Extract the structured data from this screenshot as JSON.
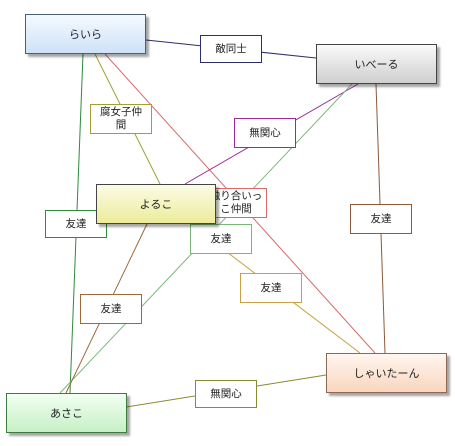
{
  "nodes": [
    {
      "id": "raira",
      "label": "らいら",
      "color_top": "#f4f9ff",
      "color_bottom": "#cfe2f8",
      "border": "#4a5e78"
    },
    {
      "id": "ibeeru",
      "label": "いべーる",
      "color_top": "#fafafa",
      "color_bottom": "#cfcfcf",
      "border": "#444444"
    },
    {
      "id": "yoruko",
      "label": "よるこ",
      "color_top": "#fbfbe6",
      "color_bottom": "#ecec9a",
      "border": "#444444"
    },
    {
      "id": "shaitaan",
      "label": "しゃいたーん",
      "color_top": "#fff6ef",
      "color_bottom": "#f9d6bf",
      "border": "#8a6a55"
    },
    {
      "id": "asako",
      "label": "あさこ",
      "color_top": "#f2fff2",
      "color_bottom": "#c6f0c6",
      "border": "#3f7a3f"
    }
  ],
  "edges": [
    {
      "id": "e1",
      "from": "raira",
      "to": "ibeeru",
      "label": "敵同士",
      "color": "#2e2e6b"
    },
    {
      "id": "e2",
      "from": "raira",
      "to": "yoruko",
      "label": "腐女子仲\n間",
      "color": "#a0a030"
    },
    {
      "id": "e3",
      "from": "raira",
      "to": "shaitaan",
      "label": "",
      "color": "#d86a6a"
    },
    {
      "id": "e4",
      "from": "raira",
      "to": "asako",
      "label": "友達",
      "color": "#2e8b3e"
    },
    {
      "id": "e5",
      "from": "ibeeru",
      "to": "yoruko",
      "label": "無関心",
      "color": "#9a2a9a"
    },
    {
      "id": "e6",
      "from": "ibeeru",
      "to": "shaitaan",
      "label": "友達",
      "color": "#8a5a3a"
    },
    {
      "id": "e7",
      "from": "ibeeru",
      "to": "asako",
      "label": "友達",
      "color": "#7ab87a"
    },
    {
      "id": "e8",
      "from": "yoruko",
      "to": "shaitaan",
      "label": "友達",
      "color": "#c8a040"
    },
    {
      "id": "e9",
      "from": "yoruko",
      "to": "asako",
      "label": "友達",
      "color": "#9a6a3a"
    },
    {
      "id": "e10",
      "from": "asako",
      "to": "shaitaan",
      "label": "無関心",
      "color": "#8a8a30"
    },
    {
      "id": "e11",
      "from": "",
      "to": "",
      "label": "触り合いっ\nこ仲間",
      "color": "#d86a6a"
    }
  ]
}
